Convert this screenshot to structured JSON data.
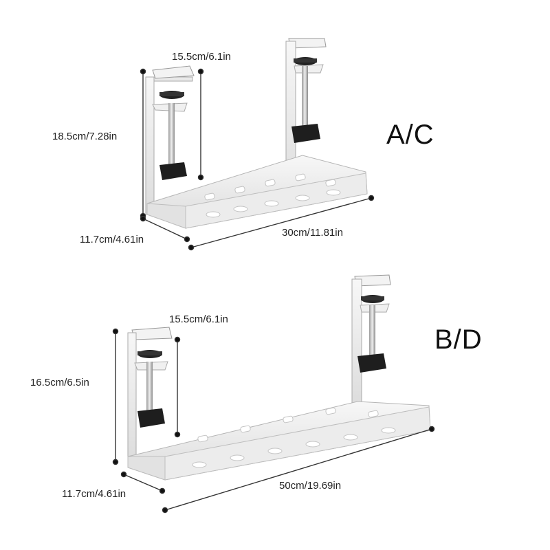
{
  "top": {
    "variant": "A/C",
    "depth_label": "15.5cm/6.1in",
    "height_label": "18.5cm/7.28in",
    "width_label": "11.7cm/4.61in",
    "length_label": "30cm/11.81in"
  },
  "bottom": {
    "variant": "B/D",
    "depth_label": "15.5cm/6.1in",
    "height_label": "16.5cm/6.5in",
    "width_label": "11.7cm/4.61in",
    "length_label": "50cm/19.69in"
  }
}
